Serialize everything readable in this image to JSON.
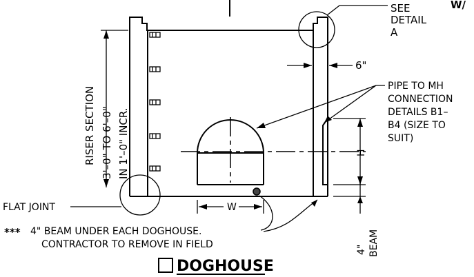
{
  "labels": {
    "see_detail": [
      "SEE",
      "DETAIL",
      "A"
    ],
    "corner_label": "W/",
    "riser_section": [
      "RISER SECTION",
      "3'–0\" TO 6'–0\"",
      "IN 1'–0\" INCR."
    ],
    "wall_thickness": "6\"",
    "pipe_note": [
      "PIPE TO MH",
      "CONNECTION",
      "DETAILS B1–",
      "B4 (SIZE TO",
      "SUIT)"
    ],
    "height_dim": "H",
    "flat_joint": "FLAT JOINT",
    "width_dim": "W",
    "beam_note_stars": "***",
    "beam_note": [
      "4\" BEAM UNDER EACH DOGHOUSE.",
      "CONTRACTOR TO REMOVE IN FIELD"
    ],
    "beam_dim": [
      "4\"",
      "BEAM"
    ],
    "title": "DOGHOUSE"
  },
  "colors": {
    "ink": "#000000",
    "paper": "#ffffff"
  }
}
